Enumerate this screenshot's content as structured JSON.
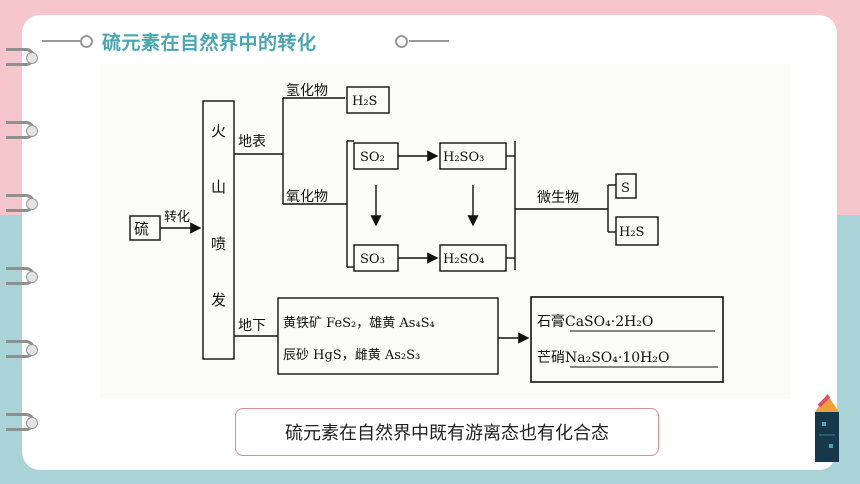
{
  "title": "硫元素在自然界中的转化",
  "note": "硫元素在自然界中既有游离态也有化合态",
  "diagram": {
    "sulfur": "硫",
    "transform": "转化",
    "volcano": [
      "火",
      "山",
      "喷",
      "发"
    ],
    "surface": "地表",
    "underground": "地下",
    "hydride": "氢化物",
    "oxide": "氧化物",
    "h2s": "H₂S",
    "so2": "SO₂",
    "h2so3": "H₂SO₃",
    "so3": "SO₃",
    "h2so4": "H₂SO₄",
    "microbe": "微生物",
    "s": "S",
    "h2s_out": "H₂S",
    "mineral1": "黄铁矿 FeS₂，雄黄 As₄S₄",
    "mineral2": "辰砂 HgS，雌黄 As₂S₃",
    "gypsum": "石膏CaSO₄·2H₂O",
    "mirabilite": "芒硝Na₂SO₄·10H₂O"
  },
  "colors": {
    "accent": "#4aa7b1",
    "pink_bg": "#f7c6cc",
    "teal_bg": "#a9d3d6",
    "note_border": "#e08a92"
  }
}
